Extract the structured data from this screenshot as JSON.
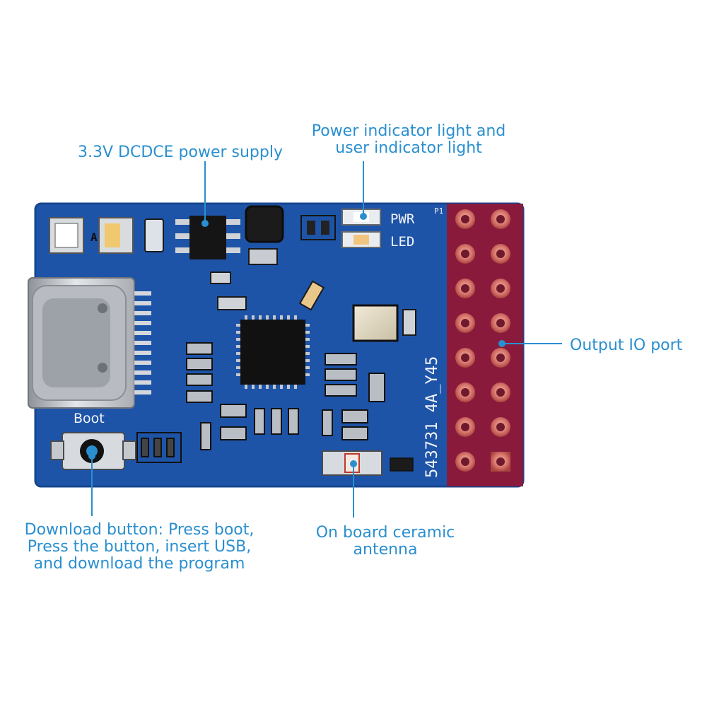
{
  "callouts": {
    "power_supply": {
      "lines": [
        "3.3V DCDCE power supply"
      ]
    },
    "indicator": {
      "lines": [
        "Power indicator light and",
        "user indicator light"
      ]
    },
    "io_port": {
      "lines": [
        "Output IO port"
      ]
    },
    "download": {
      "lines": [
        "Download button: Press boot,",
        "Press the button, insert USB,",
        "and download the program"
      ]
    },
    "antenna": {
      "lines": [
        "On board ceramic",
        "antenna"
      ]
    }
  },
  "board": {
    "silkscreen": {
      "boot": "Boot",
      "pwr": "PWR",
      "led": "LED",
      "p1": "P1",
      "marking": "543731 4A_Y45",
      "a": "A"
    }
  },
  "colors": {
    "callout": "#2a8fd0",
    "board": "#1e54a8",
    "board_edge": "#174690",
    "header": "#8a1a3c",
    "pin": "#d9766e"
  }
}
